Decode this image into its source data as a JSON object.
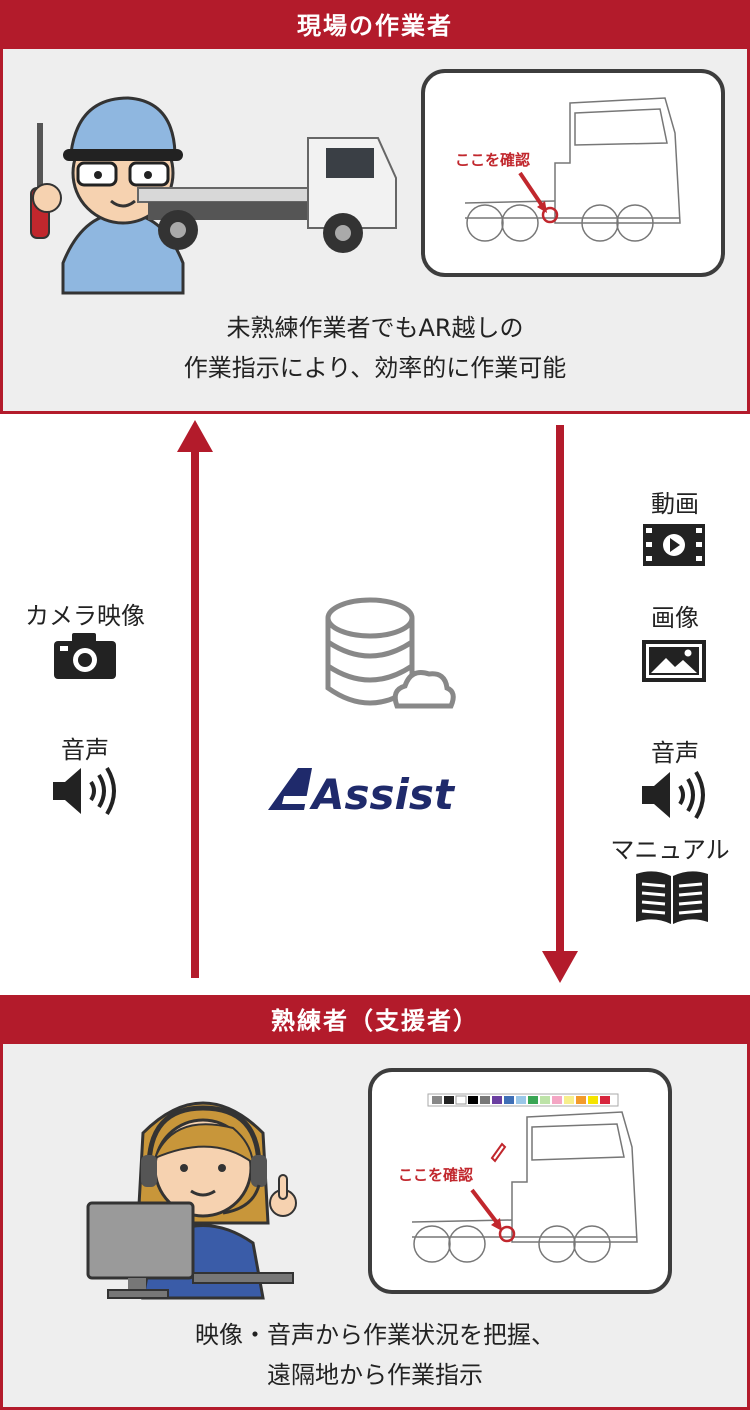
{
  "top_panel": {
    "title": "現場の作業者",
    "caption_line1": "未熟練作業者でもAR越しの",
    "caption_line2": "作業指示により、効率的に作業可能",
    "bubble_label": "ここを確認"
  },
  "left_items": [
    {
      "label": "カメラ映像",
      "icon": "camera-icon"
    },
    {
      "label": "音声",
      "icon": "speaker-icon"
    }
  ],
  "right_items": [
    {
      "label": "動画",
      "icon": "video-icon"
    },
    {
      "label": "画像",
      "icon": "image-icon"
    },
    {
      "label": "音声",
      "icon": "speaker-icon"
    },
    {
      "label": "マニュアル",
      "icon": "book-icon"
    }
  ],
  "center": {
    "logo_text": "Assist",
    "icon": "database-cloud-icon"
  },
  "bottom_panel": {
    "title": "熟練者（支援者）",
    "caption_line1": "映像・音声から作業状況を把握、",
    "caption_line2": "遠隔地から作業指示",
    "bubble_label": "ここを確認"
  },
  "colors": {
    "accent": "#b31b2b",
    "panel_bg": "#eeeeee",
    "logo": "#1f2a6b"
  }
}
